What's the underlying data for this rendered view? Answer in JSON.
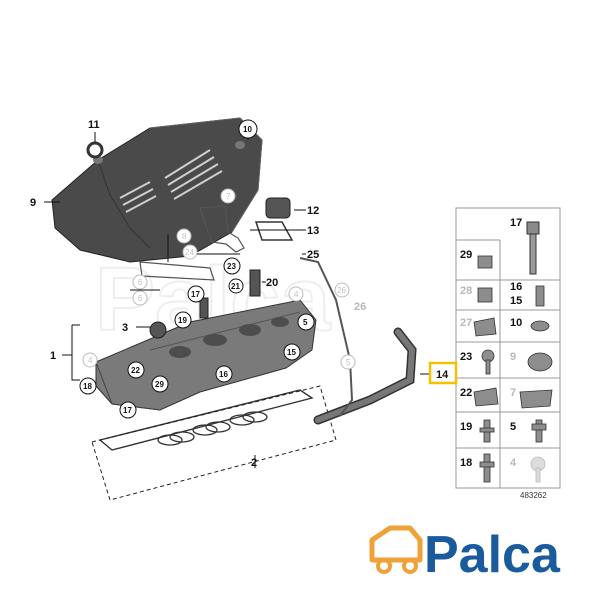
{
  "diagram": {
    "reference_number": "483262",
    "watermark": "Palca",
    "callouts": {
      "c1": "1",
      "c2": "2",
      "c3": "3",
      "c9": "9",
      "c10": "10",
      "c11": "11",
      "c12": "12",
      "c13": "13",
      "c14": "14",
      "c20": "20",
      "c25": "25",
      "c26": "26"
    },
    "circled_labels": {
      "m4": "4",
      "m5a": "5",
      "m5b": "5",
      "m6a": "6",
      "m6b": "6",
      "m7": "7",
      "m8": "8",
      "m15": "15",
      "m16": "16",
      "m17a": "17",
      "m17b": "17",
      "m18": "18",
      "m19": "19",
      "m21": "21",
      "m22": "22",
      "m23": "23",
      "m24": "24",
      "m26": "26",
      "m29": "29",
      "m4b": "4"
    },
    "parts_grid": {
      "r1": "17",
      "r2a": "29",
      "r3a": "28",
      "r3b": "16",
      "r3c": "15",
      "r4a": "27",
      "r4b": "10",
      "r5a": "23",
      "r5b": "9",
      "r6a": "22",
      "r6b": "7",
      "r7a": "19",
      "r7b": "5",
      "r8a": "18",
      "r8b": "4"
    },
    "colors": {
      "highlight": "#f2c200",
      "logo_blue": "#1a5b9e",
      "logo_orange": "#f0a23a"
    }
  },
  "logo": {
    "brand": "Palca"
  }
}
